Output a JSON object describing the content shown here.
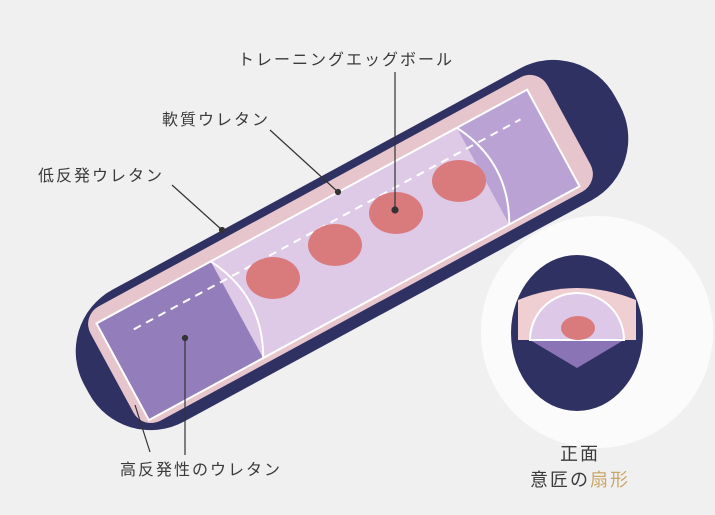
{
  "labels": {
    "egg_ball": "トレーニングエッグボール",
    "soft_urethane": "軟質ウレタン",
    "low_rebound": "低反発ウレタン",
    "high_rebound": "高反発性のウレタン"
  },
  "front": {
    "title": "正面",
    "subtitle_prefix": "意匠の",
    "subtitle_highlight": "扇形"
  },
  "colors": {
    "navy": "#2f3163",
    "pink": "#f0cfd2",
    "lavender": "#d9c6e6",
    "purple": "#8b74b6",
    "ball": "#d97a7d",
    "highlight": "#c9a76a"
  }
}
